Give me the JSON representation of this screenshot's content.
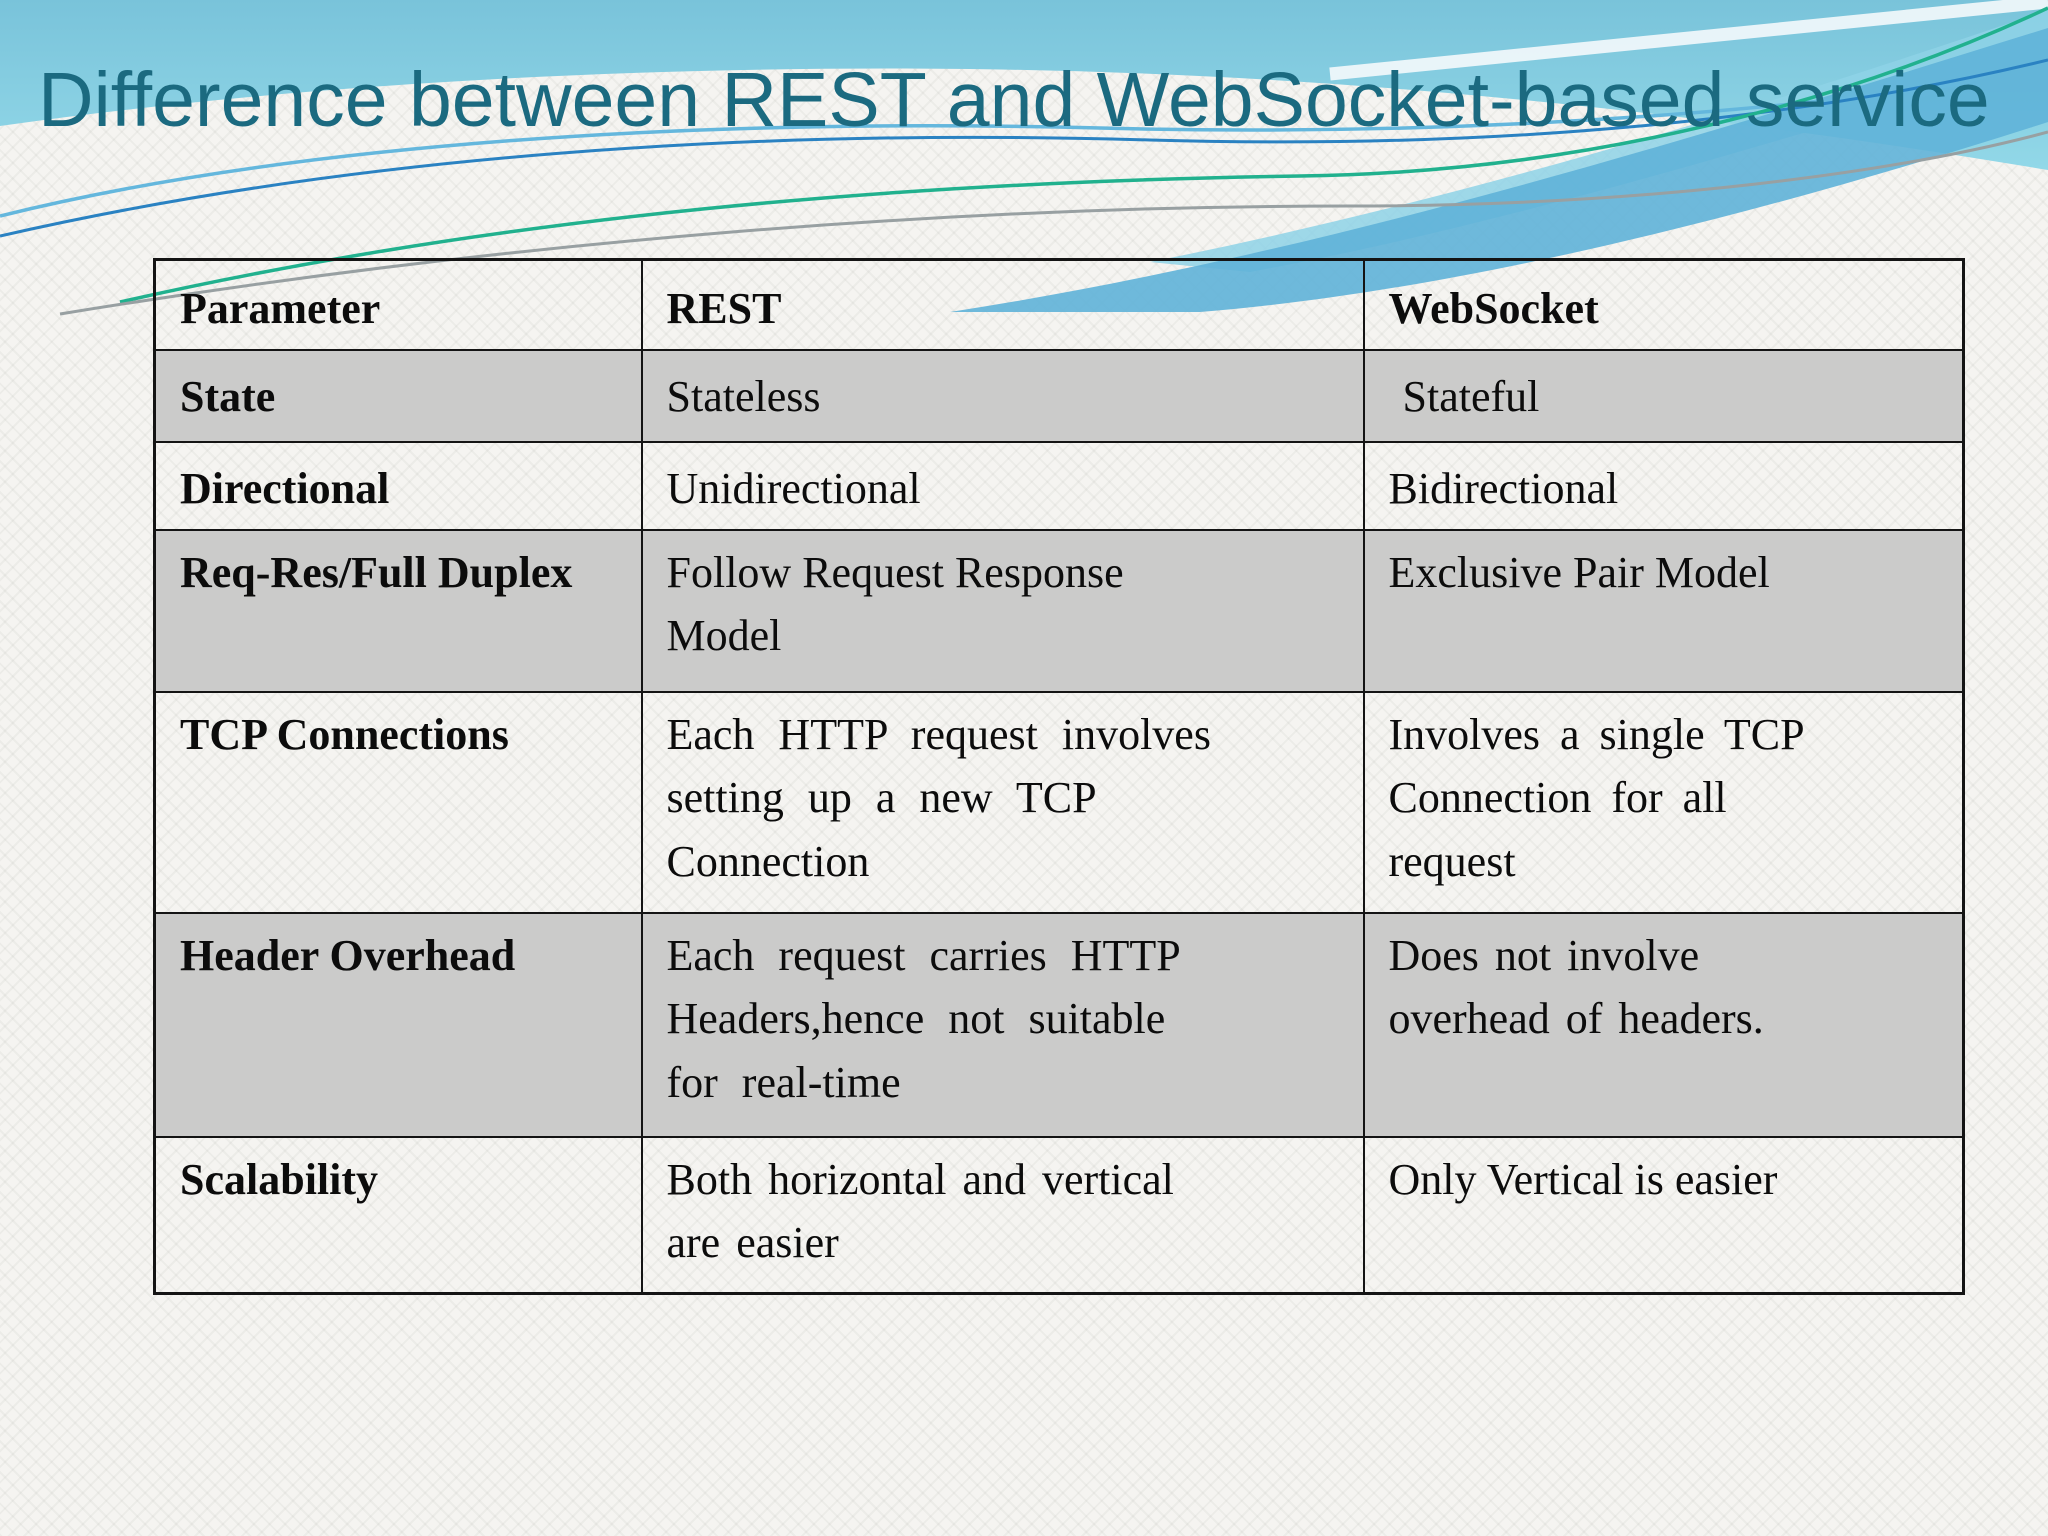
{
  "title": "Difference between REST and WebSocket-based service",
  "colors": {
    "title_text": "#1b6a80",
    "banner_sky_top": "#79c3da",
    "banner_sky_bottom": "#92d8e8",
    "band_medium_blue": "#5fb3d8",
    "band_light_blue": "#8ed2e6",
    "accent_line_green": "#21b18e",
    "accent_line_blue_light": "#64b7dd",
    "accent_line_blue_dark": "#2a82c2",
    "accent_line_gray": "#98a0a2",
    "table_border": "#141414",
    "row_shade_gray": "#cbcbca",
    "slide_background": "#f5f4f1"
  },
  "table": {
    "headers": [
      "Parameter",
      "REST",
      "WebSocket"
    ],
    "rows": [
      {
        "param": "State",
        "rest": "Stateless",
        "websocket": "Stateful"
      },
      {
        "param": "Directional",
        "rest": "Unidirectional",
        "websocket": "Bidirectional"
      },
      {
        "param": "Req-Res/Full Duplex",
        "rest": "Follow Request Response\nModel",
        "websocket": "Exclusive Pair Model"
      },
      {
        "param": "TCP Connections",
        "rest": "Each HTTP request involves\nsetting up a new TCP\nConnection",
        "websocket": "Involves a single TCP\nConnection for all\nrequest"
      },
      {
        "param": "Header Overhead",
        "rest": "Each request carries HTTP\nHeaders,hence not suitable\nfor real-time",
        "websocket": "Does not involve\noverhead of headers."
      },
      {
        "param": "Scalability",
        "rest": "Both horizontal and vertical\nare easier",
        "websocket": "Only Vertical is easier"
      }
    ]
  }
}
